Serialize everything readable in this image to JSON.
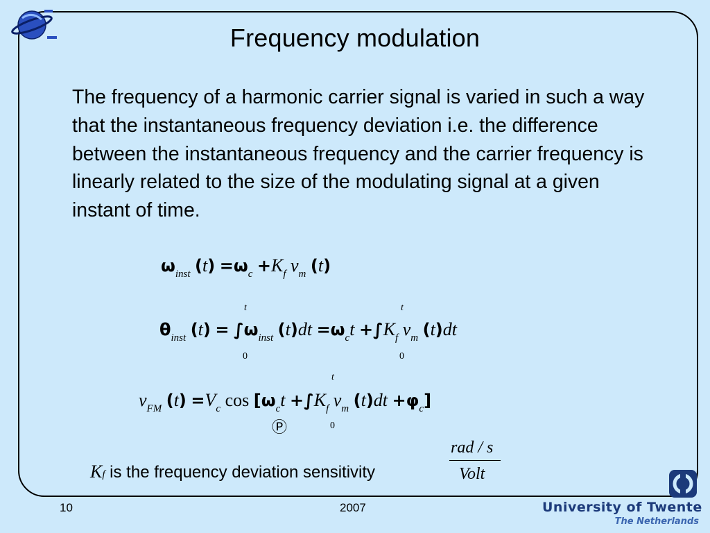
{
  "slide": {
    "title": "Frequency modulation",
    "body": "The frequency of a harmonic carrier signal is varied in such a way that the instantaneous frequency deviation i.e. the difference between the instantaneous frequency and the carrier frequency is linearly related to the size of the modulating signal at a given instant of time.",
    "note_symbol": "K",
    "note_symbol_sub": "f",
    "note_text": " is the frequency deviation sensitivity",
    "unit_numerator": "rad / s",
    "unit_denominator": "Volt"
  },
  "equations": {
    "eq1": {
      "sub_inst": "inst",
      "t1": "t",
      "sub_c": "c",
      "K": "K",
      "sub_f": "f",
      "v": "v",
      "sub_m": "m",
      "t2": "t"
    },
    "eq2": {
      "sub_inst": "inst",
      "t1": "t",
      "sub_inst2": "inst",
      "t2": "t",
      "dt1": "dt",
      "sub_c": "c",
      "t3": "t",
      "K": "K",
      "sub_f": "f",
      "v": "v",
      "sub_m": "m",
      "t4": "t",
      "dt2": "dt",
      "upper1": "t",
      "lower1": "0",
      "upper2": "t",
      "lower2": "0"
    },
    "eq3": {
      "v": "v",
      "sub_FM": "FM",
      "t1": "t",
      "V": "V",
      "sub_c": "c",
      "cos": "cos",
      "sub_c2": "c",
      "t2": "t",
      "K": "K",
      "sub_f": "f",
      "v2": "v",
      "sub_m": "m",
      "t3": "t",
      "dt": "dt",
      "sub_c3": "c",
      "upper": "t",
      "lower": "0",
      "circled": "Ⓟ"
    }
  },
  "footer": {
    "page_number": "10",
    "year": "2007",
    "university": "University of Twente",
    "country": "The Netherlands"
  },
  "colors": {
    "background": "#cde9fb",
    "logo_blue": "#1c3a7a",
    "logo_light": "#3c66b0"
  }
}
